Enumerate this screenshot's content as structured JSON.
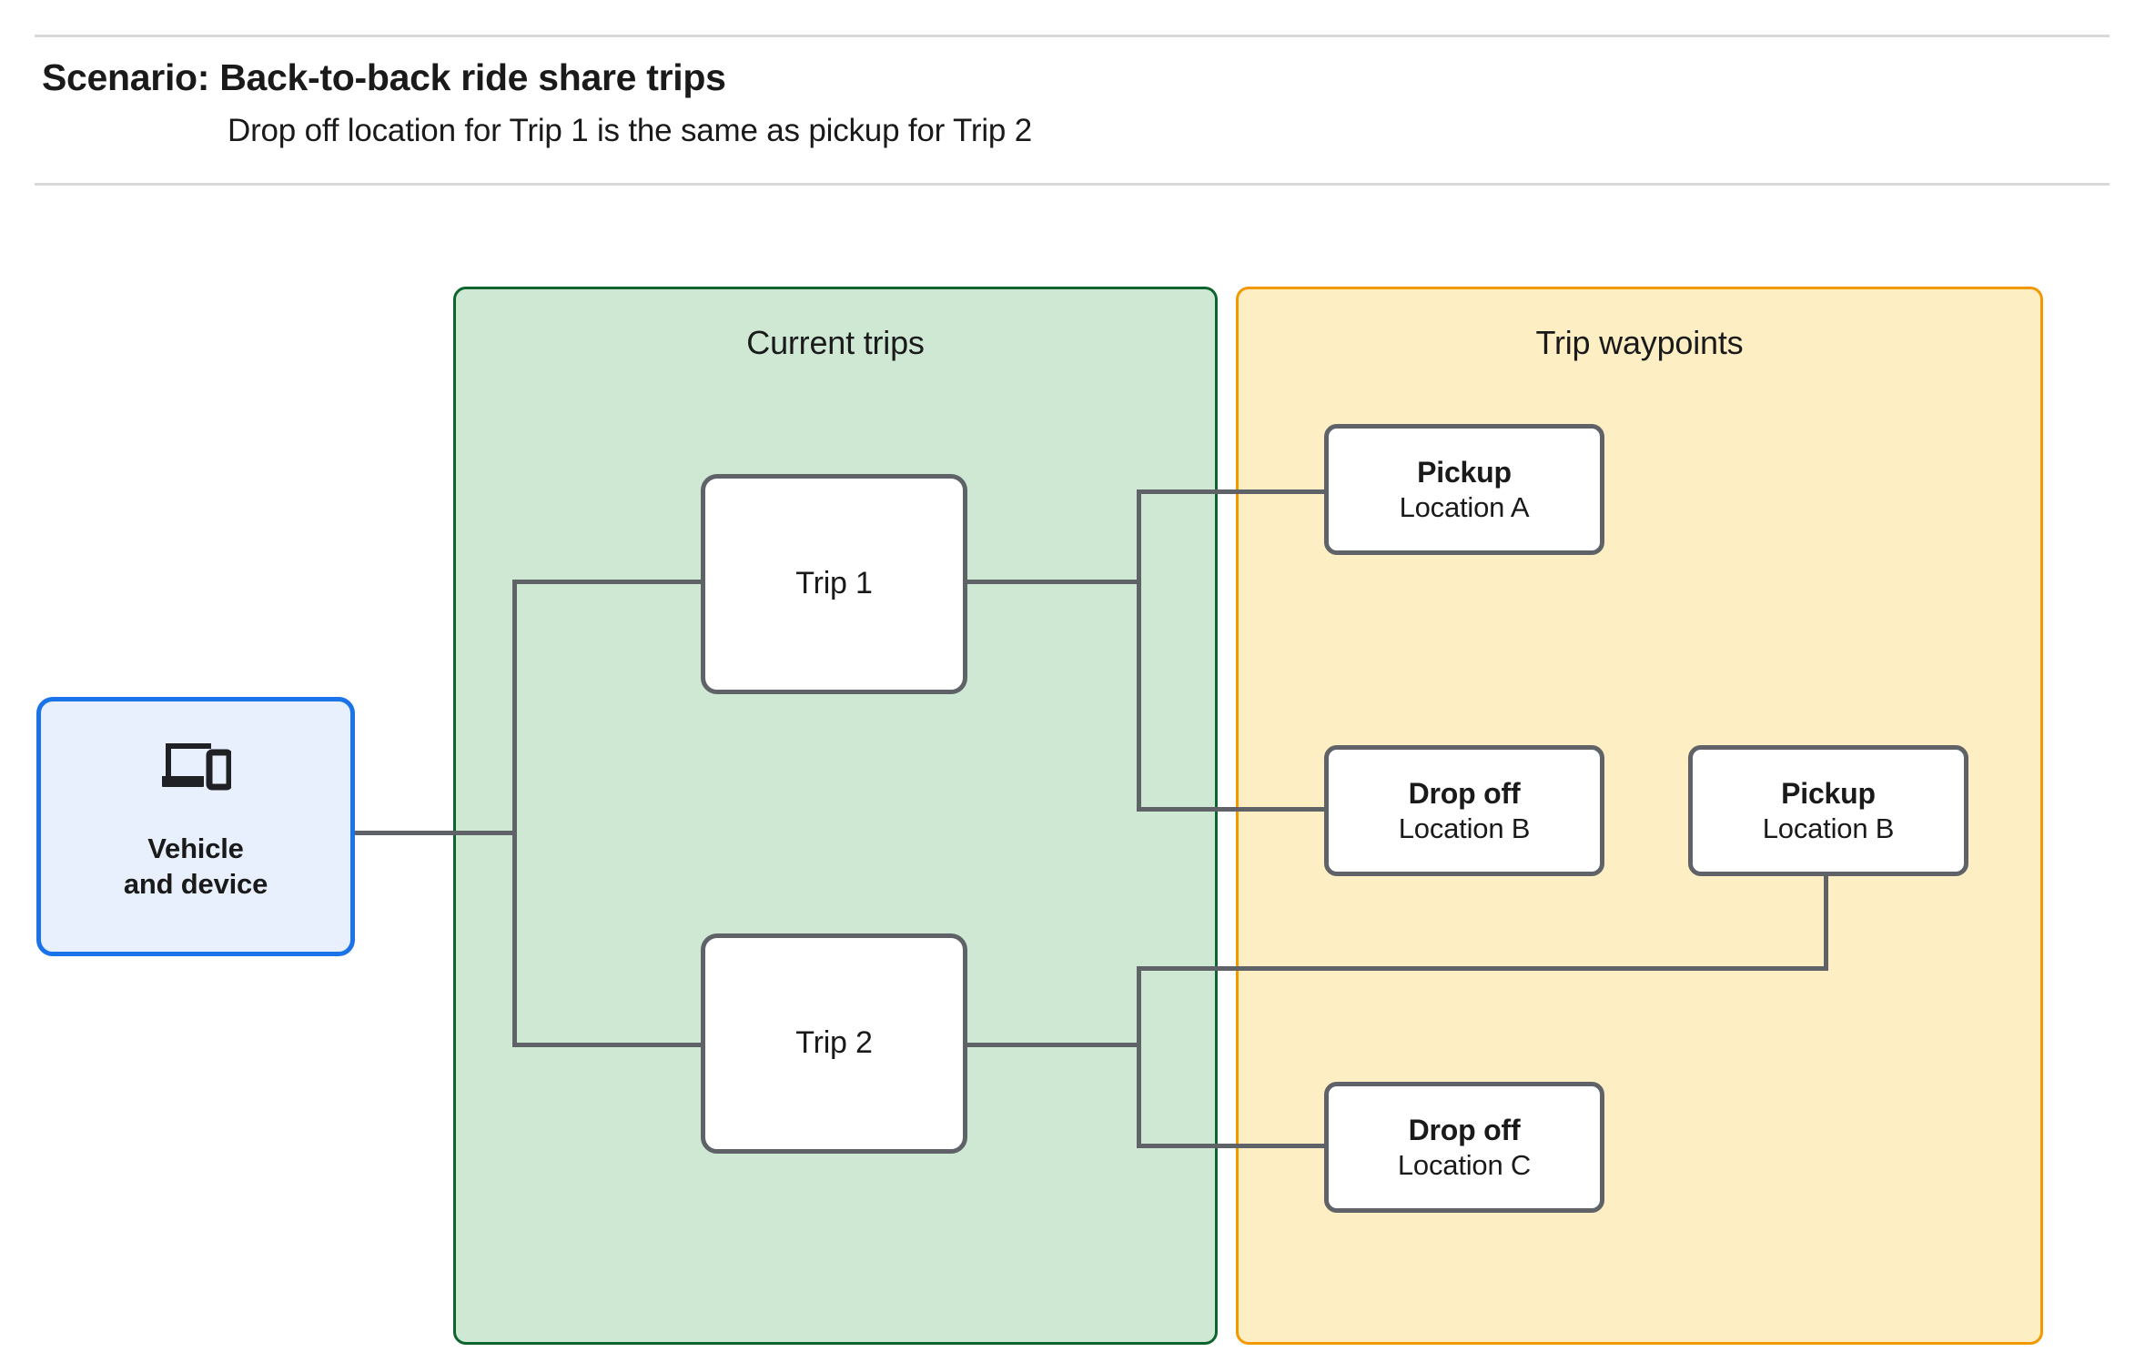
{
  "header": {
    "title": "Scenario: Back-to-back ride share trips",
    "subtitle": "Drop off  location for Trip 1 is the same as pickup for Trip 2"
  },
  "colors": {
    "current_trips_fill": "#cee8d4",
    "current_trips_border": "#0d652d",
    "trip_waypoints_fill": "#fdefc3",
    "trip_waypoints_border": "#f29900",
    "vehicle_fill": "#e8f0fe",
    "vehicle_border": "#1a73e8",
    "node_border": "#5f6368",
    "connector": "#5f6368",
    "rule": "#d9d9d9"
  },
  "vehicle": {
    "icon": "devices-icon",
    "label_line1": "Vehicle",
    "label_line2": "and device"
  },
  "panels": {
    "current_trips": {
      "title": "Current trips"
    },
    "trip_waypoints": {
      "title": "Trip waypoints"
    }
  },
  "trips": [
    {
      "label": "Trip 1"
    },
    {
      "label": "Trip 2"
    }
  ],
  "waypoints": [
    {
      "id": "pickup-a",
      "title": "Pickup",
      "location": "Location A"
    },
    {
      "id": "dropoff-b",
      "title": "Drop off",
      "location": "Location B"
    },
    {
      "id": "pickup-b",
      "title": "Pickup",
      "location": "Location B"
    },
    {
      "id": "dropoff-c",
      "title": "Drop off",
      "location": "Location C"
    }
  ]
}
